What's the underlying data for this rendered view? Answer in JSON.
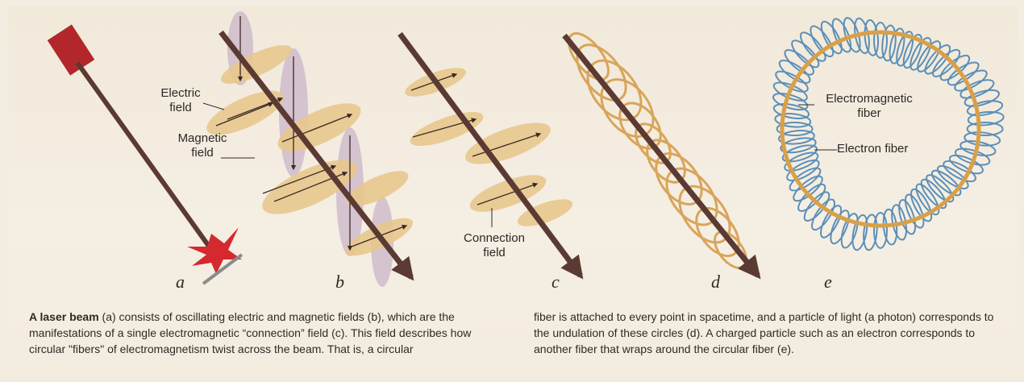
{
  "labels": {
    "electric_field": "Electric\nfield",
    "magnetic_field": "Magnetic\nfield",
    "connection_field": "Connection\nfield",
    "electromagnetic_fiber": "Electromagnetic\nfiber",
    "electron_fiber": "Electron fiber"
  },
  "panel_letters": {
    "a": "a",
    "b": "b",
    "c": "c",
    "d": "d",
    "e": "e"
  },
  "caption": {
    "lead": "A laser beam",
    "left": " (a) consists of oscillating electric and magnetic fields (b), which are the manifestations of a single electromagnetic “connection” field (c). This field describes how circular \"fibers\" of electromagnetism twist across the beam. That is, a circular",
    "right": "fiber is attached to every point in spacetime, and a particle of light (a photon) corresponds to the undulation of these circles (d). A charged particle such as an electron corresponds to another fiber that wraps around the circular fiber (e)."
  },
  "colors": {
    "beam": "#5a3a32",
    "laser": "#b3272c",
    "electric_ellipse": "#e8c88e",
    "magnetic_ellipse": "#cbb6c9",
    "photon_coil": "#d9a55a",
    "electron_coil": "#5b8fb8",
    "em_ring": "#d9a048"
  }
}
